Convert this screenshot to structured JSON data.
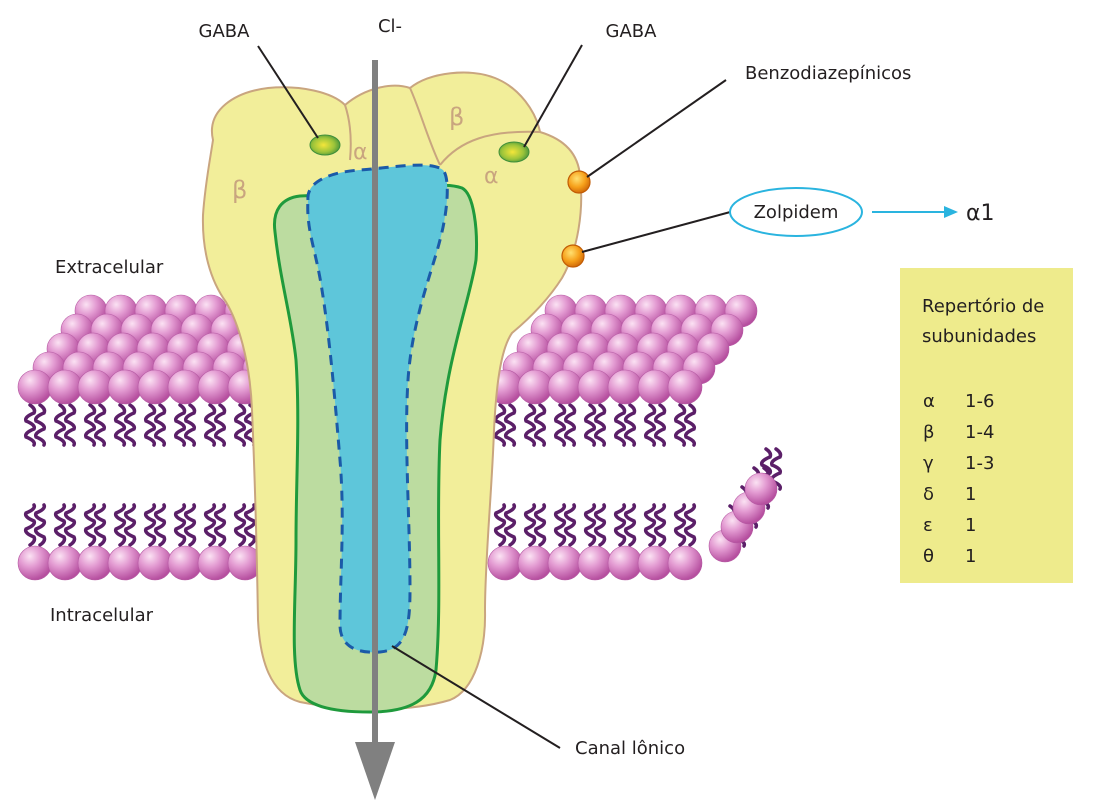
{
  "labels": {
    "ion": "Cl-",
    "gaba_left": "GABA",
    "gaba_right": "GABA",
    "benzodiazepines": "Benzodiazepínicos",
    "zolpidem": "Zolpidem",
    "zolpidem_target": "α1",
    "extracellular": "Extracelular",
    "intracellular": "Intracelular",
    "ion_channel": "Canal lônico"
  },
  "subunit_labels": {
    "beta_left": "β",
    "alpha_left": "α",
    "beta_top": "β",
    "alpha_right": "α"
  },
  "repertoire": {
    "title_line1": "Repertório de",
    "title_line2": "subunidades",
    "rows": [
      {
        "symbol": "α",
        "range": "1-6"
      },
      {
        "symbol": "β",
        "range": "1-4"
      },
      {
        "symbol": "γ",
        "range": "1-3"
      },
      {
        "symbol": "δ",
        "range": "1"
      },
      {
        "symbol": "ε",
        "range": "1"
      },
      {
        "symbol": "θ",
        "range": "1"
      }
    ]
  },
  "colors": {
    "receptor_fill": "#f2ee9a",
    "receptor_stroke": "#c9a57f",
    "channel_fill": "#bcdca0",
    "channel_stroke": "#1f9a3c",
    "pore_fill": "#5ec6da",
    "pore_stroke": "#1b5aa8",
    "arrow": "#808080",
    "zolpidem_arrow": "#2ab4df",
    "panel_fill": "#eeeb8c",
    "lipid_head": "#d883c8",
    "lipid_tail": "#5b1f68",
    "site_gaba": "#6aa63a",
    "site_drug": "#f6a01a"
  }
}
